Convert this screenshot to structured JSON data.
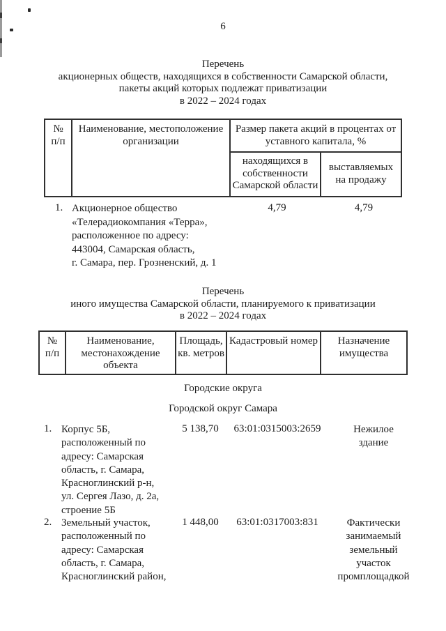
{
  "page_number": "6",
  "section_stocks": {
    "title": "Перечень\nакционерных обществ, находящихся в собственности Самарской области,\nпакеты акций которых подлежат приватизации\nв 2022 – 2024 годах",
    "table": {
      "col_num": "№\nп/п",
      "col_name": "Наименование, местоположение\nорганизации",
      "col_size_group": "Размер пакета акций в процентах от\nуставного капитала, %",
      "col_owned": "находящихся в\nсобственности\nСамарской области",
      "col_for_sale": "выставляемых\nна продажу",
      "rows": [
        {
          "num": "1.",
          "name": "Акционерное общество\n«Телерадиокомпания «Терра»,\nрасположенное по адресу:\n443004, Самарская область,\nг. Самара, пер. Грозненский, д. 1",
          "owned": "4,79",
          "for_sale": "4,79"
        }
      ]
    }
  },
  "section_property": {
    "title": "Перечень\nиного имущества Самарской области, планируемого к приватизации\nв 2022 – 2024 годах",
    "table": {
      "col_num": "№\nп/п",
      "col_name": "Наименование,\nместонахождение\nобъекта",
      "col_area": "Площадь,\nкв. метров",
      "col_cadastral": "Кадастровый номер",
      "col_purpose": "Назначение\nимущества",
      "group1": "Городские округа",
      "group2": "Городской округ Самара",
      "rows": [
        {
          "num": "1.",
          "name": "Корпус 5Б,\nрасположенный по\nадресу: Самарская\nобласть, г. Самара,\nКрасноглинский р-н,\nул. Сергея Лазо, д. 2а,\nстроение 5Б",
          "area": "5 138,70",
          "cadastral": "63:01:0315003:2659",
          "purpose": "Нежилое\nздание"
        },
        {
          "num": "2.",
          "name": "Земельный участок,\nрасположенный по\nадресу: Самарская\nобласть, г. Самара,\nКрасноглинский район,",
          "area": "1 448,00",
          "cadastral": "63:01:0317003:831",
          "purpose": "Фактически\nзанимаемый\nземельный\nучасток\nпромплощадкой"
        }
      ]
    }
  }
}
